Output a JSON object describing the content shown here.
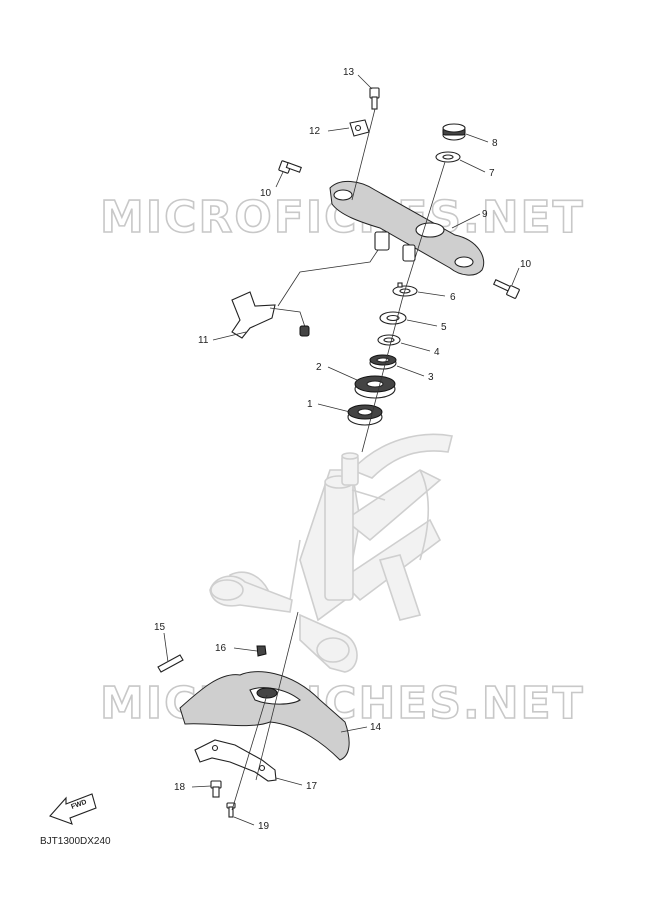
{
  "watermarks": [
    "MICROFICHES.NET",
    "MICROFICHES.NET"
  ],
  "callouts": {
    "p1": "1",
    "p2": "2",
    "p3": "3",
    "p4": "4",
    "p5": "5",
    "p6": "6",
    "p7": "7",
    "p8": "8",
    "p9": "9",
    "p10a": "10",
    "p10b": "10",
    "p11": "11",
    "p12": "12",
    "p13": "13",
    "p14": "14",
    "p15": "15",
    "p16": "16",
    "p17": "17",
    "p18": "18",
    "p19": "19"
  },
  "fwd_label": "FWD",
  "diagram_code": "BJT1300DX240"
}
